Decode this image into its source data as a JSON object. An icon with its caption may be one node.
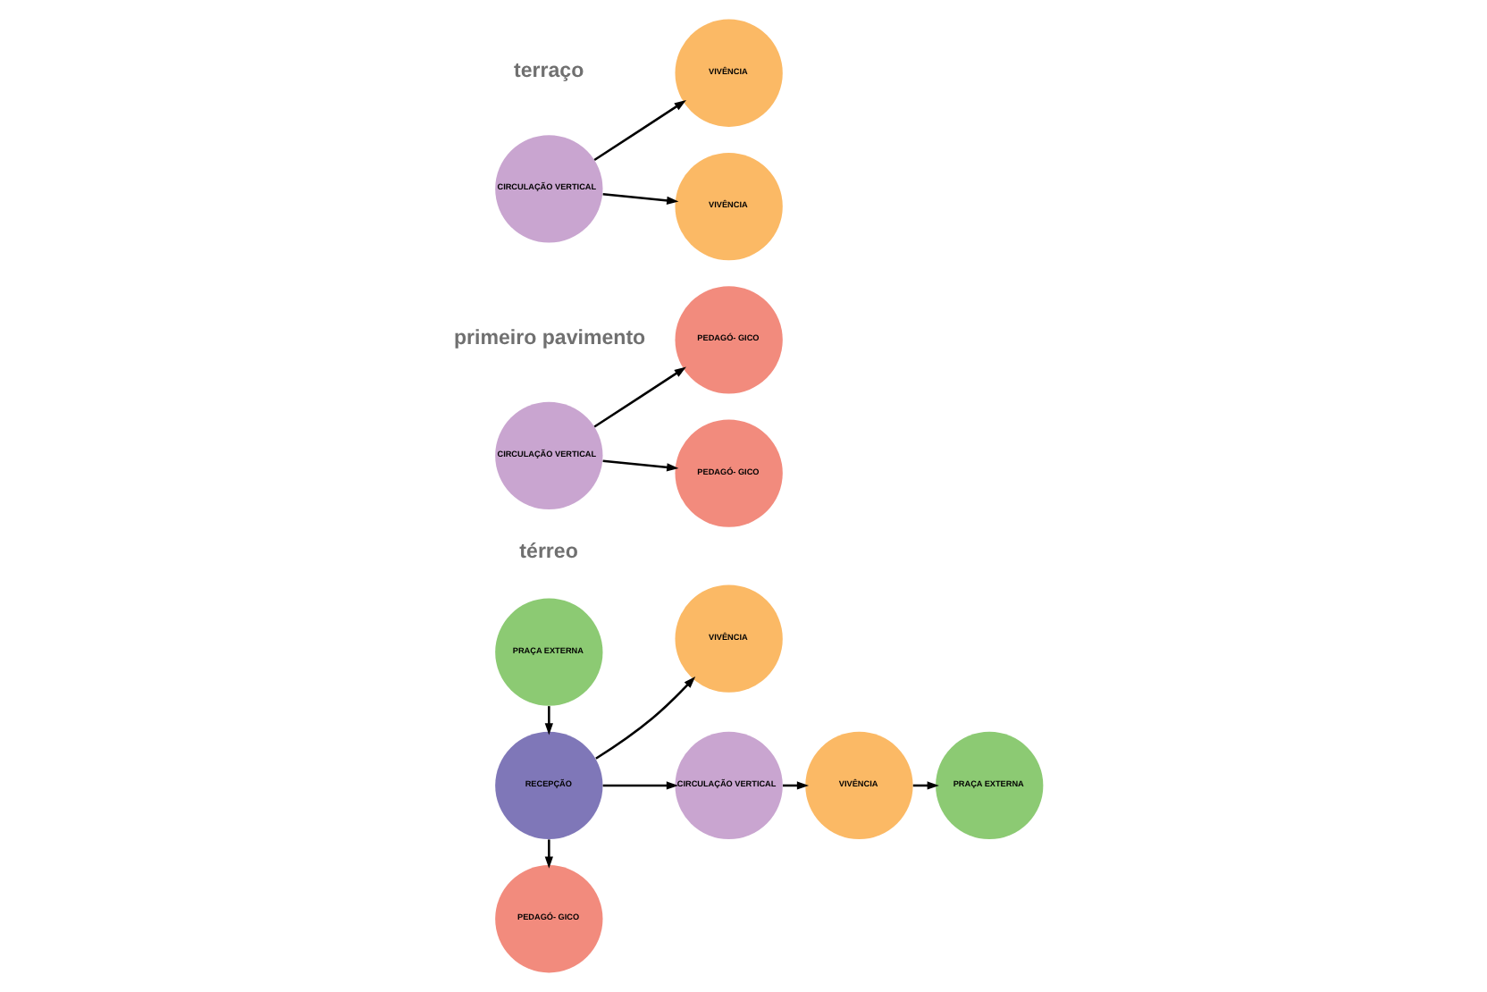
{
  "diagram": {
    "nodes": [
      {
        "text": [
          "PEDAGÓ- GICO"
        ]
      },
      {
        "text": [
          "VIVÊNCIA"
        ]
      },
      {
        "text": [
          "RECEPÇÃO"
        ]
      },
      {
        "text": [
          "CIRCULAÇÃO VERTICAL"
        ]
      },
      {
        "text": [
          "VIVÊNCIA"
        ]
      },
      {
        "text": [
          "PRAÇA EXTERNA"
        ]
      },
      {
        "text": [
          "PRAÇA EXTERNA"
        ]
      },
      {
        "text": [
          "PEDAGÓ- GICO"
        ]
      },
      {
        "text": [
          "CIRCULAÇÃO VERTICAL"
        ]
      },
      {
        "text": [
          "PEDAGÓ- GICO"
        ]
      },
      {
        "text": [
          "VIVÊNCIA"
        ]
      },
      {
        "text": [
          "CIRCULAÇÃO VERTICAL"
        ]
      },
      {
        "text": [
          "VIVÊNCIA"
        ]
      }
    ],
    "edges": [
      {
        "from": 2,
        "to": 0,
        "arrow": "to"
      },
      {
        "from": 2,
        "to": 1,
        "arrow": "to"
      },
      {
        "from": 2,
        "to": 3,
        "arrow": "to"
      },
      {
        "from": 3,
        "to": 4,
        "arrow": "to"
      },
      {
        "from": 4,
        "to": 5,
        "arrow": "to"
      },
      {
        "from": 6,
        "to": 2,
        "arrow": "to"
      },
      {
        "from": 8,
        "to": 7,
        "arrow": "to"
      },
      {
        "from": 8,
        "to": 9,
        "arrow": "to"
      },
      {
        "from": 11,
        "to": 10,
        "arrow": "to"
      },
      {
        "from": 11,
        "to": 12,
        "arrow": "to"
      }
    ],
    "labels": [
      "térreo",
      "primeiro pavimento",
      "terraço"
    ]
  }
}
